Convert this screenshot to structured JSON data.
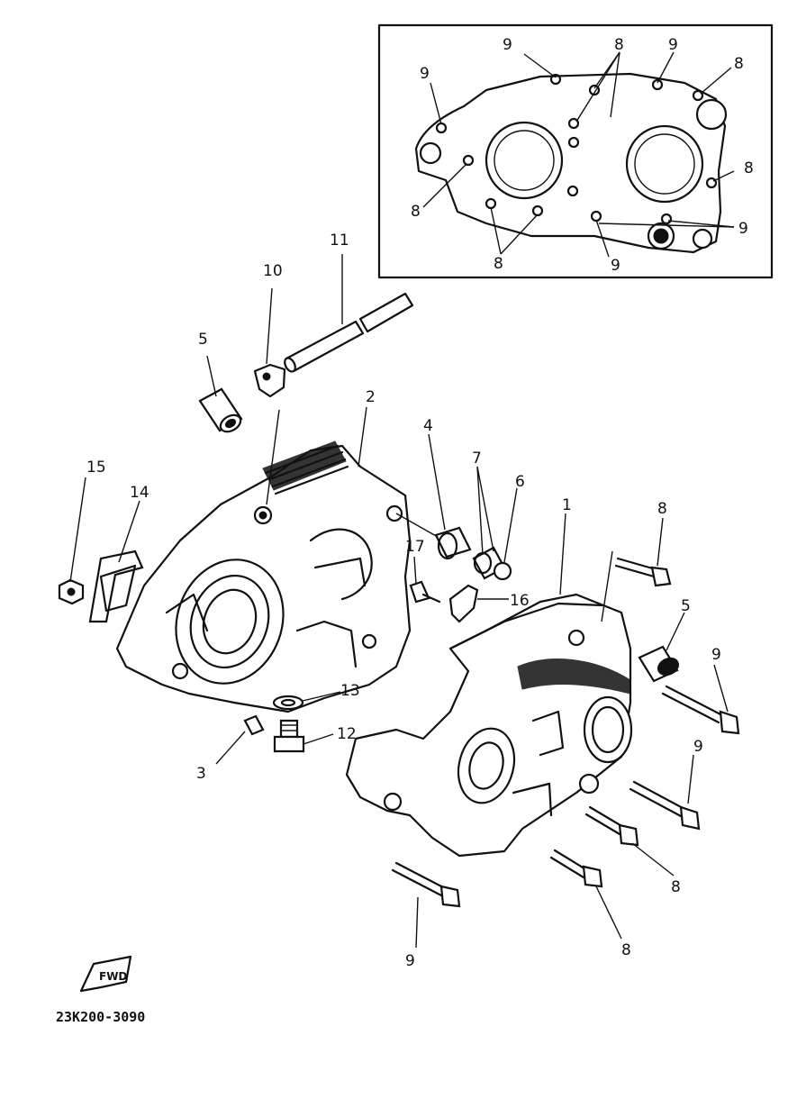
{
  "diagram": {
    "part_code": "23K200-3090",
    "callouts": [
      "1",
      "2",
      "3",
      "4",
      "5",
      "6",
      "7",
      "8",
      "9",
      "10",
      "11",
      "12",
      "13",
      "14",
      "15",
      "16",
      "17"
    ],
    "inset_callouts": {
      "nine": "9",
      "eight": "8"
    },
    "fwd_label": "FWD"
  }
}
